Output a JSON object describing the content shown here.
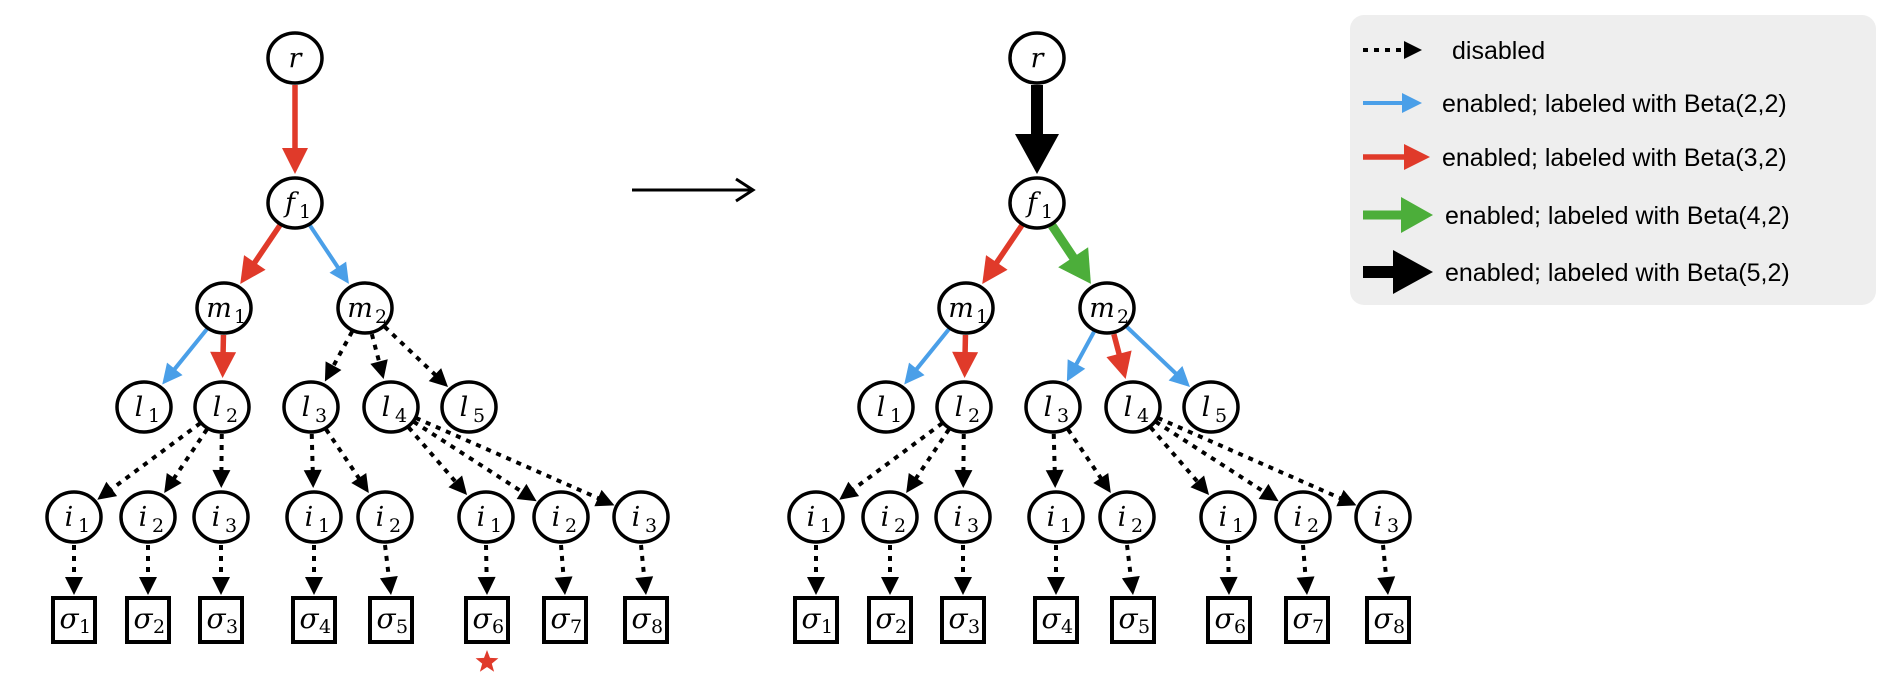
{
  "colors": {
    "disabled": "#000000",
    "blue": "#4a9fe8",
    "red": "#e03a2a",
    "green": "#4cae3a",
    "black": "#000000",
    "legend_bg": "#eeeeee",
    "star": "#e03a2a"
  },
  "legend": [
    {
      "style": "disabled",
      "label": "disabled"
    },
    {
      "style": "blue",
      "label": "enabled; labeled with Beta(2,2)"
    },
    {
      "style": "red",
      "label": "enabled; labeled with Beta(3,2)"
    },
    {
      "style": "green",
      "label": "enabled; labeled with Beta(4,2)"
    },
    {
      "style": "black",
      "label": "enabled; labeled with Beta(5,2)"
    }
  ],
  "nodes": {
    "root": {
      "base": "r",
      "sub": ""
    },
    "f": {
      "base": "f",
      "sub": "1"
    },
    "m1": {
      "base": "m",
      "sub": "1"
    },
    "m2": {
      "base": "m",
      "sub": "2"
    },
    "l1": {
      "base": "l",
      "sub": "1"
    },
    "l2": {
      "base": "l",
      "sub": "2"
    },
    "l3": {
      "base": "l",
      "sub": "3"
    },
    "l4": {
      "base": "l",
      "sub": "4"
    },
    "l5": {
      "base": "l",
      "sub": "5"
    },
    "i2_1": {
      "base": "i",
      "sub": "1"
    },
    "i2_2": {
      "base": "i",
      "sub": "2"
    },
    "i2_3": {
      "base": "i",
      "sub": "3"
    },
    "i3_1": {
      "base": "i",
      "sub": "1"
    },
    "i3_2": {
      "base": "i",
      "sub": "2"
    },
    "i4_1": {
      "base": "i",
      "sub": "1"
    },
    "i4_2": {
      "base": "i",
      "sub": "2"
    },
    "i4_3": {
      "base": "i",
      "sub": "3"
    }
  },
  "leaves": [
    {
      "id": "s1",
      "base": "σ",
      "sub": "1"
    },
    {
      "id": "s2",
      "base": "σ",
      "sub": "2"
    },
    {
      "id": "s3",
      "base": "σ",
      "sub": "3"
    },
    {
      "id": "s4",
      "base": "σ",
      "sub": "4"
    },
    {
      "id": "s5",
      "base": "σ",
      "sub": "5"
    },
    {
      "id": "s6",
      "base": "σ",
      "sub": "6"
    },
    {
      "id": "s7",
      "base": "σ",
      "sub": "7"
    },
    {
      "id": "s8",
      "base": "σ",
      "sub": "8"
    }
  ],
  "trees": [
    {
      "name": "before",
      "edges": [
        [
          "root",
          "f",
          "red"
        ],
        [
          "f",
          "m1",
          "red"
        ],
        [
          "f",
          "m2",
          "blue"
        ],
        [
          "m1",
          "l1",
          "blue"
        ],
        [
          "m1",
          "l2",
          "red"
        ],
        [
          "m2",
          "l3",
          "disabled"
        ],
        [
          "m2",
          "l4",
          "disabled"
        ],
        [
          "m2",
          "l5",
          "disabled"
        ],
        [
          "l2",
          "i2_1",
          "disabled"
        ],
        [
          "l2",
          "i2_2",
          "disabled"
        ],
        [
          "l2",
          "i2_3",
          "disabled"
        ],
        [
          "l3",
          "i3_1",
          "disabled"
        ],
        [
          "l3",
          "i3_2",
          "disabled"
        ],
        [
          "l4",
          "i4_1",
          "disabled"
        ],
        [
          "l4",
          "i4_2",
          "disabled"
        ],
        [
          "l4",
          "i4_3",
          "disabled"
        ]
      ],
      "starred_leaf": "s6"
    },
    {
      "name": "after",
      "edges": [
        [
          "root",
          "f",
          "black"
        ],
        [
          "f",
          "m1",
          "red"
        ],
        [
          "f",
          "m2",
          "green"
        ],
        [
          "m1",
          "l1",
          "blue"
        ],
        [
          "m1",
          "l2",
          "red"
        ],
        [
          "m2",
          "l3",
          "blue"
        ],
        [
          "m2",
          "l4",
          "red"
        ],
        [
          "m2",
          "l5",
          "blue"
        ],
        [
          "l2",
          "i2_1",
          "disabled"
        ],
        [
          "l2",
          "i2_2",
          "disabled"
        ],
        [
          "l2",
          "i2_3",
          "disabled"
        ],
        [
          "l3",
          "i3_1",
          "disabled"
        ],
        [
          "l3",
          "i3_2",
          "disabled"
        ],
        [
          "l4",
          "i4_1",
          "disabled"
        ],
        [
          "l4",
          "i4_2",
          "disabled"
        ],
        [
          "l4",
          "i4_3",
          "disabled"
        ]
      ],
      "starred_leaf": ""
    }
  ],
  "leaf_parents": [
    "i2_1",
    "i2_2",
    "i2_3",
    "i3_1",
    "i3_2",
    "i4_1",
    "i4_2",
    "i4_3"
  ]
}
